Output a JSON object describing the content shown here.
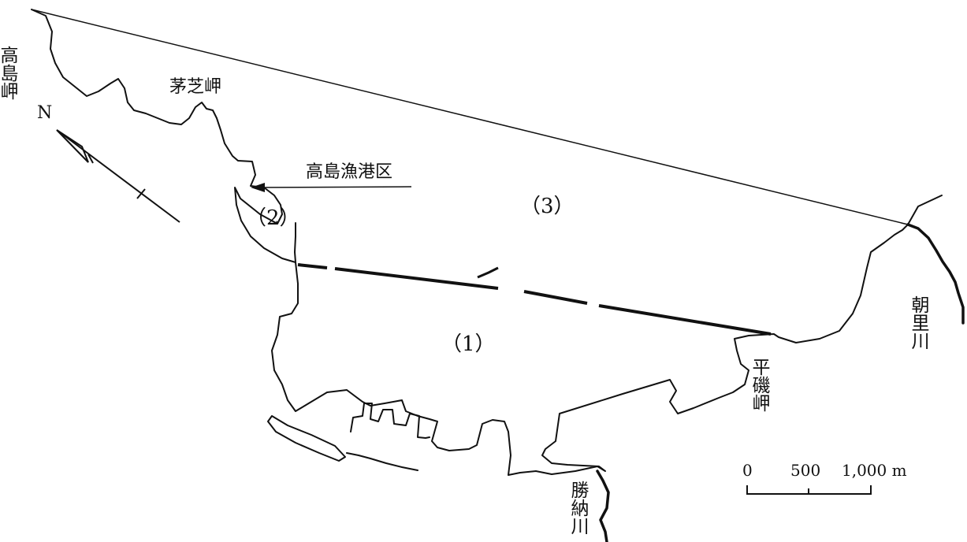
{
  "map": {
    "places": {
      "takashima_misaki": "高島岬",
      "kayashi_misaki": "茅芝岬",
      "takashima_gyoko": "高島漁港区",
      "asari_gawa": "朝里川",
      "hiraiso_misaki": "平磯岬",
      "katsunai_gawa": "勝納川"
    },
    "areas": {
      "area1": "（1）",
      "area2": "（2）",
      "area3": "（3）"
    },
    "north": "N",
    "scale": {
      "tick0": "0",
      "tick1": "500",
      "tick2": "1,000 m"
    }
  }
}
